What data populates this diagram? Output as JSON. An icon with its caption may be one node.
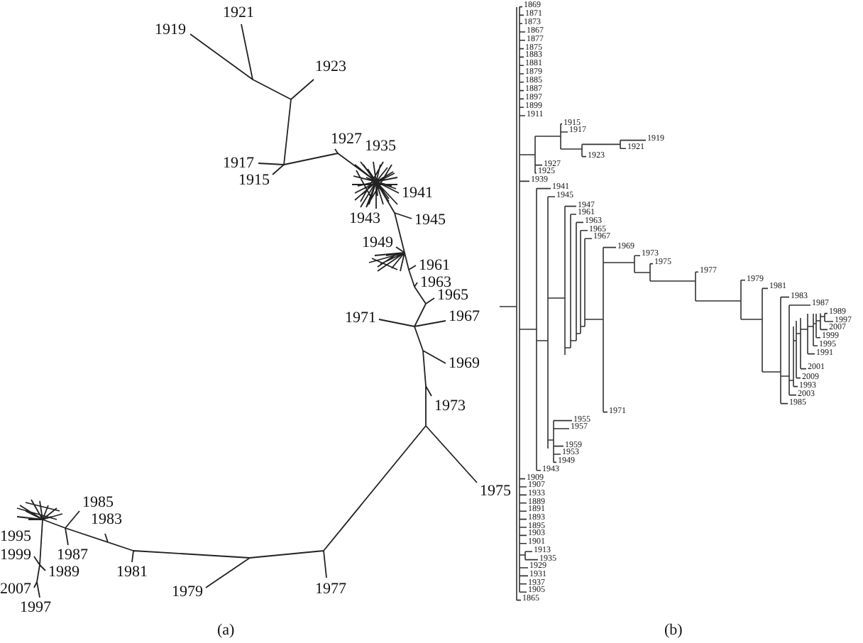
{
  "diagram": {
    "labels": [
      "1921",
      "1919",
      "1923",
      "1927",
      "1935",
      "1917",
      "1915",
      "1941",
      "1943",
      "1945",
      "1949",
      "1961",
      "1963",
      "1965",
      "1971",
      "1967",
      "1969",
      "1973",
      "1975",
      "1985",
      "1983",
      "1995",
      "1999",
      "1987",
      "1989",
      "1981",
      "2007",
      "1979",
      "1977",
      "1997",
      "(a)",
      "1869",
      "1871",
      "1873",
      "1867",
      "1877",
      "1875",
      "1883",
      "1881",
      "1879",
      "1885",
      "1887",
      "1897",
      "1899",
      "1911",
      "1915",
      "1917",
      "1919",
      "1921",
      "1923",
      "1927",
      "1925",
      "1939",
      "1941",
      "1945",
      "1947",
      "1961",
      "1963",
      "1965",
      "1967",
      "1969",
      "1973",
      "1975",
      "1977",
      "1979",
      "1981",
      "1983",
      "1987",
      "1989",
      "1997",
      "2007",
      "1999",
      "1995",
      "1991",
      "2001",
      "2009",
      "1993",
      "2003",
      "1985",
      "1971",
      "1955",
      "1957",
      "1959",
      "1953",
      "1949",
      "1943",
      "1909",
      "1907",
      "1933",
      "1889",
      "1891",
      "1893",
      "1895",
      "1903",
      "1901",
      "1913",
      "1935",
      "1929",
      "1931",
      "1937",
      "1905",
      "1865",
      "(b)"
    ]
  }
}
